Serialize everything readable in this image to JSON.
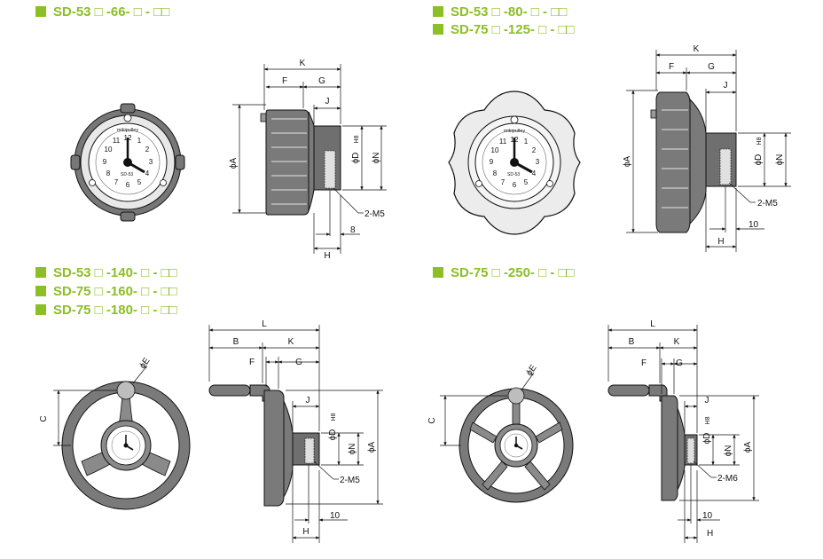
{
  "headers": {
    "tl": [
      "SD-53 □ -66- □ - □□"
    ],
    "tr": [
      "SD-53 □ -80- □ - □□",
      "SD-75 □ -125- □ - □□"
    ],
    "bl": [
      "SD-53 □ -140- □ - □□",
      "SD-75 □ -160- □ - □□",
      "SD-75 □ -180- □ - □□"
    ],
    "br": [
      "SD-75 □ -250- □ - □□"
    ]
  },
  "dims": {
    "K": "K",
    "F": "F",
    "G": "G",
    "J": "J",
    "H": "H",
    "B": "B",
    "L": "L",
    "C": "C",
    "phiA": "ϕA",
    "phiD": "ϕD",
    "H8": "H8",
    "phiN": "ϕN",
    "phiE": "ϕE",
    "m5": "2-M5",
    "m6": "2-M6",
    "eight": "8",
    "ten": "10"
  },
  "dial": {
    "brand": "mikipulley",
    "model": "SD-53",
    "numbers": [
      "12",
      "1",
      "2",
      "3",
      "4",
      "5",
      "6",
      "7",
      "8",
      "9",
      "10",
      "11"
    ]
  },
  "colors": {
    "accent": "#8cbf26",
    "line": "#111111",
    "body": "#7a7a7a",
    "dark": "#3a3a3a"
  }
}
